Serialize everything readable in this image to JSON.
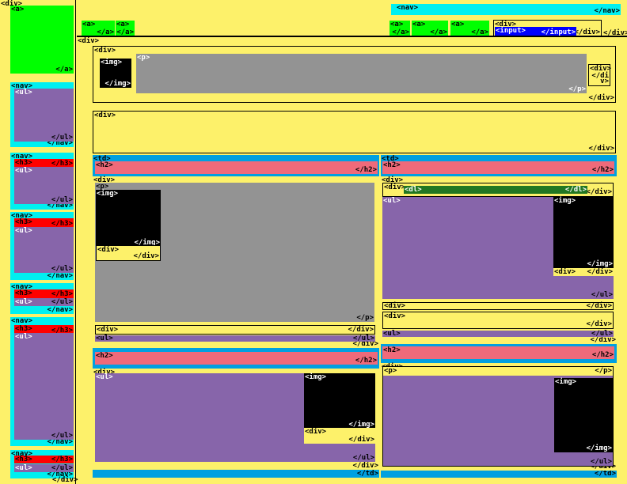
{
  "tags": {
    "div_open": "<div>",
    "div_close": "</div>",
    "a_open": "<a>",
    "a_close": "</a>",
    "nav_open": "<nav>",
    "nav_close": "</nav>",
    "ul_open": "<ul>",
    "ul_close": "</ul>",
    "h3_open": "<h3>",
    "h3_close": "</h3>",
    "h2_open": "<h2>",
    "h2_close": "</h2>",
    "img_open": "<img>",
    "img_close": "</img>",
    "p_open": "<p>",
    "p_close": "</p>",
    "input_open": "<input>",
    "input_close": "</input>",
    "td_open": "<td>",
    "td_close": "</td>",
    "dl_open": "<dl>",
    "dl_close": "</dl>",
    "di": "</di",
    "v_gt": "v>"
  },
  "colors": {
    "background": "#fdf16a",
    "link": "#00ff00",
    "nav": "#00f0f0",
    "list": "#8765aa",
    "heading3": "#ff0000",
    "heading2": "#ef6a7a",
    "image": "#000000",
    "paragraph": "#939393",
    "input": "#0000ff",
    "table_cell": "#00a0e0",
    "description_list": "#227722"
  }
}
